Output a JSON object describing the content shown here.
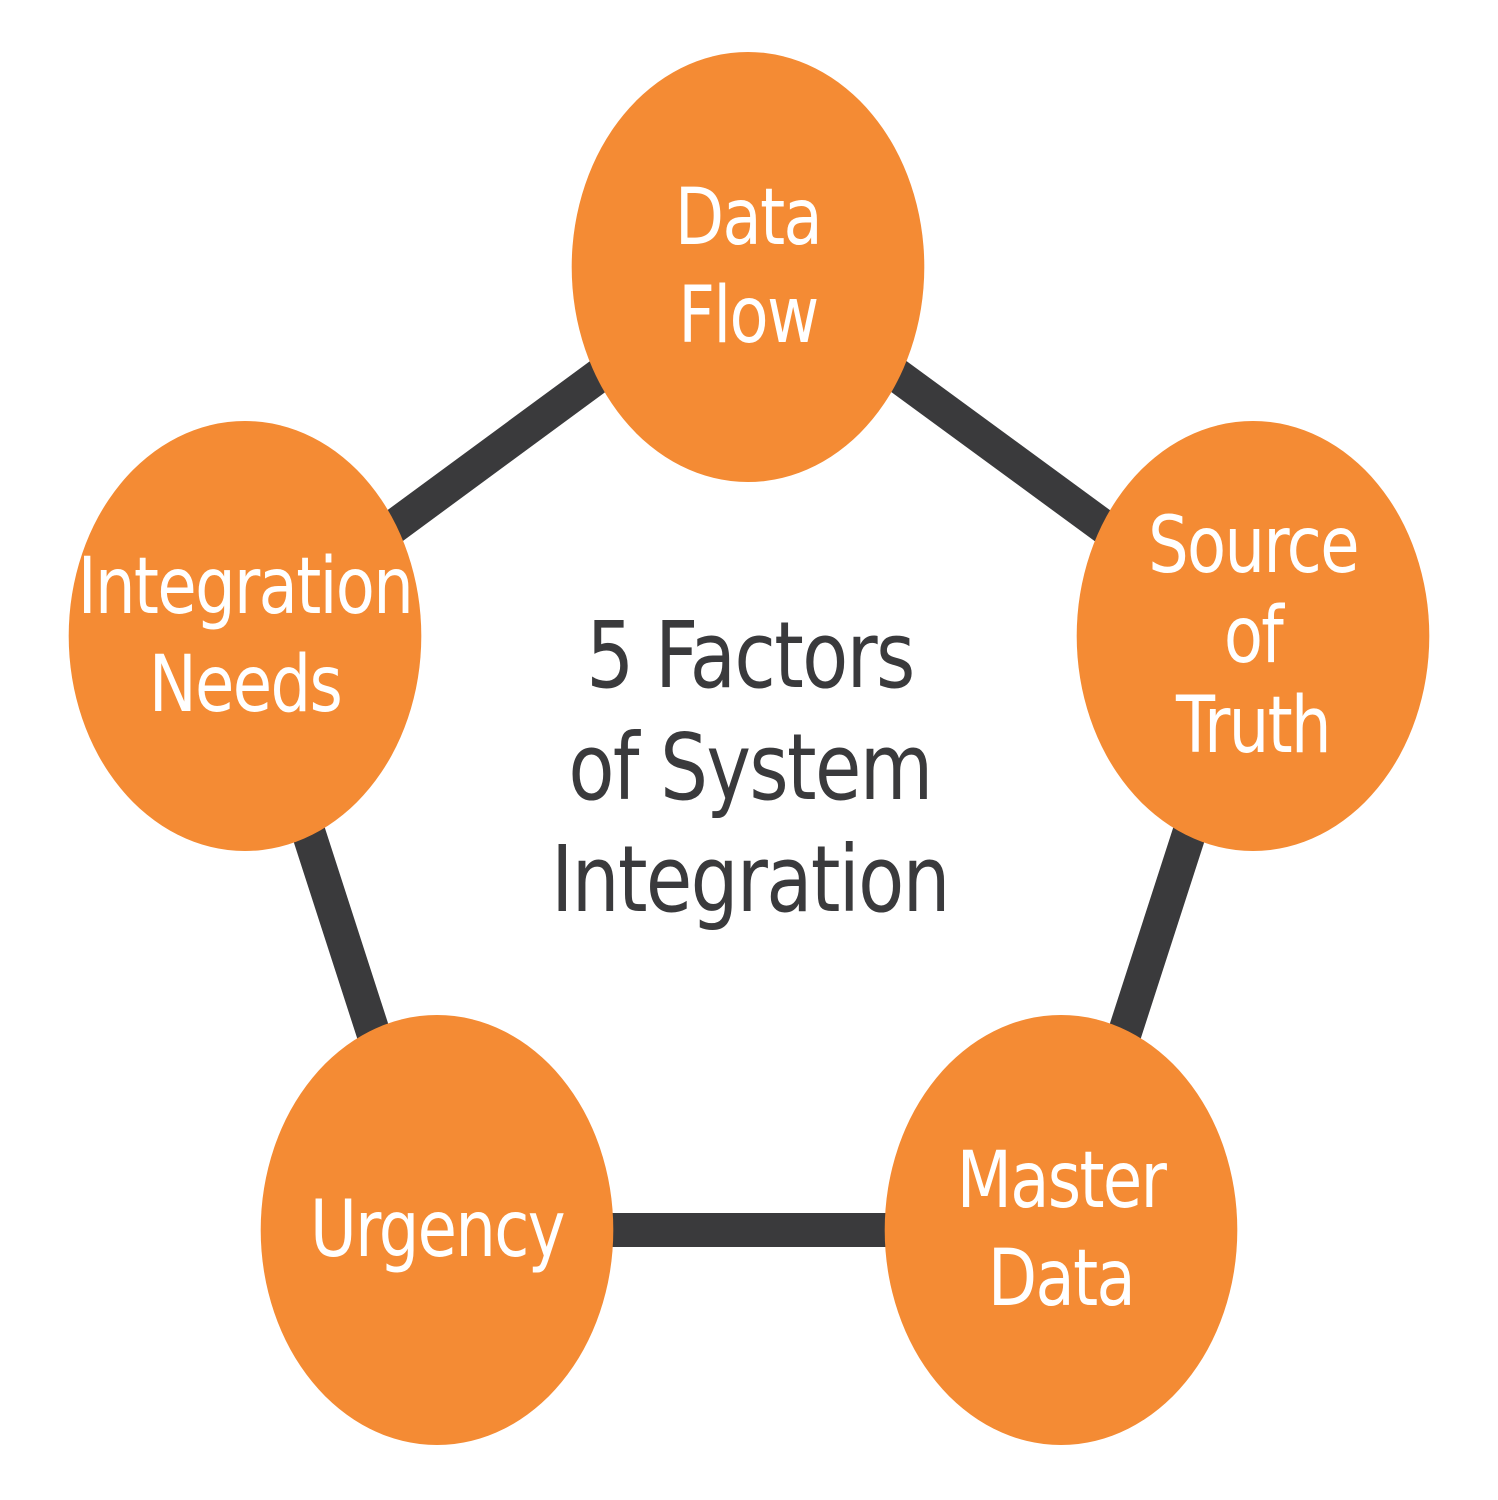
{
  "diagram": {
    "title_lines": [
      "5 Factors",
      "of System",
      "Integration"
    ],
    "nodes": [
      {
        "id": "data-flow",
        "lines": [
          "Data",
          "Flow"
        ]
      },
      {
        "id": "source-of-truth",
        "lines": [
          "Source",
          "of",
          "Truth"
        ]
      },
      {
        "id": "master-data",
        "lines": [
          "Master",
          "Data"
        ]
      },
      {
        "id": "urgency",
        "lines": [
          "Urgency"
        ]
      },
      {
        "id": "integration-needs",
        "lines": [
          "Integration",
          "Needs"
        ]
      }
    ],
    "colors": {
      "node_fill": "#F48B34",
      "node_text": "#FFFFFF",
      "connector": "#3A3A3C",
      "title_text": "#3A3A3C",
      "background": "#FFFFFF"
    }
  }
}
